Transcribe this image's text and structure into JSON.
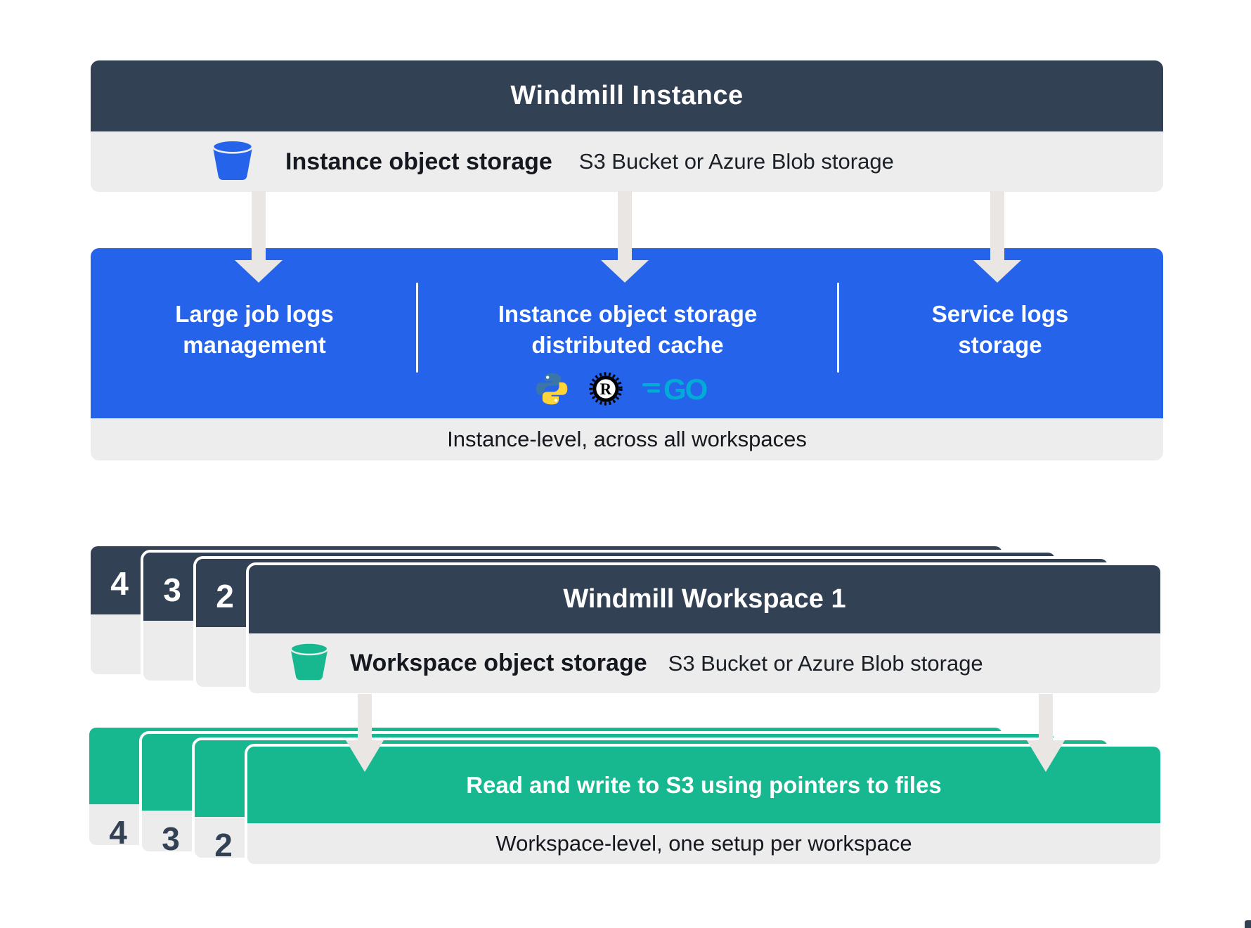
{
  "instance": {
    "title": "Windmill Instance",
    "storage": {
      "icon": "bucket-icon",
      "label": "Instance object storage",
      "sublabel": "S3 Bucket or Azure Blob storage"
    },
    "features": [
      {
        "label": "Large job logs management"
      },
      {
        "label": "Instance object storage distributed cache",
        "languages": [
          {
            "icon": "python-icon",
            "name": "Python"
          },
          {
            "icon": "rust-icon",
            "name": "Rust"
          },
          {
            "icon": "go-icon",
            "name": "Go"
          }
        ]
      },
      {
        "label": "Service logs storage"
      }
    ],
    "footer": "Instance-level, across all workspaces"
  },
  "workspace": {
    "stack_labels_top": [
      "4",
      "3",
      "2"
    ],
    "title": "Windmill Workspace 1",
    "storage": {
      "icon": "bucket-icon",
      "label": "Workspace object storage",
      "sublabel": "S3 Bucket or Azure Blob storage"
    },
    "action": "Read and write to S3 using pointers to files",
    "footer": "Workspace-level, one setup per workspace",
    "stack_labels_bottom": [
      "4",
      "3",
      "2"
    ]
  },
  "colors": {
    "navy": "#334155",
    "blue": "#2563eb",
    "green": "#17b890",
    "panel_gray": "#ededed",
    "arrow_gray": "#e9e6e3",
    "python_blue": "#3a76a8",
    "python_yellow": "#ffd43b",
    "rust_black": "#000000",
    "go_cyan": "#00acd7",
    "text_dark": "#15181e",
    "white": "#ffffff"
  }
}
